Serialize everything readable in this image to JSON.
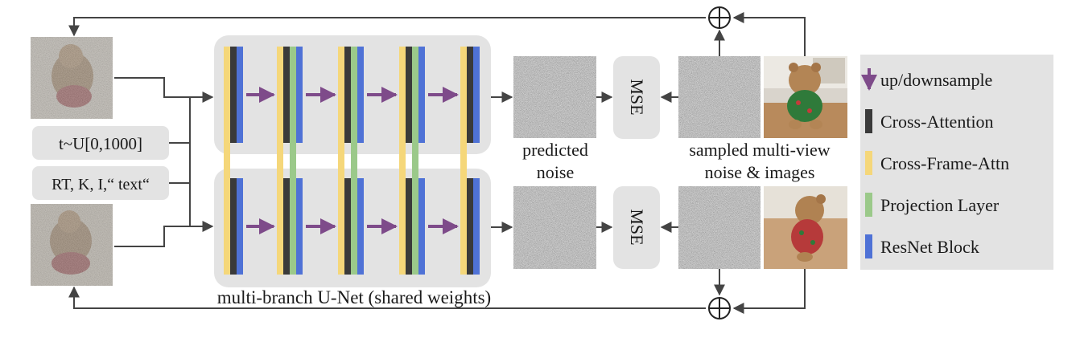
{
  "inputs": {
    "timestep": "t~U[0,1000]",
    "conditioning": "RT, K, I,“ text“"
  },
  "unet": {
    "caption": "multi-branch U-Net (shared weights)",
    "layer_stacks": [
      [
        "cross_frame_attn",
        "cross_attention",
        "resnet_block"
      ],
      [
        "cross_frame_attn",
        "cross_attention",
        "projection_layer",
        "resnet_block"
      ],
      [
        "cross_frame_attn",
        "cross_attention",
        "projection_layer",
        "resnet_block"
      ],
      [
        "cross_frame_attn",
        "cross_attention",
        "projection_layer",
        "resnet_block"
      ],
      [
        "cross_frame_attn",
        "cross_attention",
        "resnet_block"
      ]
    ]
  },
  "outputs": {
    "predicted_label_line1": "predicted",
    "predicted_label_line2": "noise",
    "loss": "MSE",
    "sampled_label_line1": "sampled multi-view",
    "sampled_label_line2": "noise & images",
    "sum_symbol": "⊕"
  },
  "legend": {
    "items": [
      {
        "key": "up_downsample",
        "label": "up/downsample",
        "color": "#7e4b8a",
        "shape": "arrow"
      },
      {
        "key": "cross_attention",
        "label": "Cross-Attention",
        "color": "#3a3a3a",
        "shape": "bar"
      },
      {
        "key": "cross_frame_attn",
        "label": "Cross-Frame-Attn",
        "color": "#f5d77a",
        "shape": "bar"
      },
      {
        "key": "projection_layer",
        "label": "Projection Layer",
        "color": "#9bc98a",
        "shape": "bar"
      },
      {
        "key": "resnet_block",
        "label": "ResNet Block",
        "color": "#4f72d6",
        "shape": "bar"
      }
    ]
  },
  "colors": {
    "panel": "#e3e3e3",
    "arrow": "#444444",
    "up_downsample": "#7e4b8a",
    "noise": "#8a8a8a"
  }
}
